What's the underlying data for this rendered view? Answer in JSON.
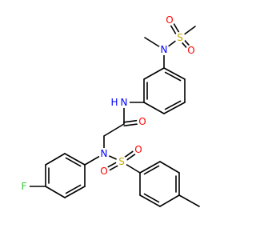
{
  "colors": {
    "bond": "#000000",
    "oxygen": "#ff0000",
    "nitrogen": "#0000ff",
    "sulfur": "#c8a400",
    "fluorine": "#33cc33",
    "carbon": "#000000"
  },
  "atoms": [
    {
      "id": "S1",
      "symbol": "S",
      "element": "sulfur"
    },
    {
      "id": "O1a",
      "symbol": "O",
      "element": "oxygen"
    },
    {
      "id": "O1b",
      "symbol": "O",
      "element": "oxygen"
    },
    {
      "id": "N1",
      "symbol": "N",
      "element": "nitrogen"
    },
    {
      "id": "N2",
      "symbol": "N",
      "element": "nitrogen"
    },
    {
      "id": "H2",
      "symbol": "H",
      "element": "nitrogen"
    },
    {
      "id": "O2",
      "symbol": "O",
      "element": "oxygen"
    },
    {
      "id": "N3",
      "symbol": "N",
      "element": "nitrogen"
    },
    {
      "id": "S2",
      "symbol": "S",
      "element": "sulfur"
    },
    {
      "id": "O3a",
      "symbol": "O",
      "element": "oxygen"
    },
    {
      "id": "O3b",
      "symbol": "O",
      "element": "oxygen"
    },
    {
      "id": "F1",
      "symbol": "F",
      "element": "fluorine"
    }
  ]
}
